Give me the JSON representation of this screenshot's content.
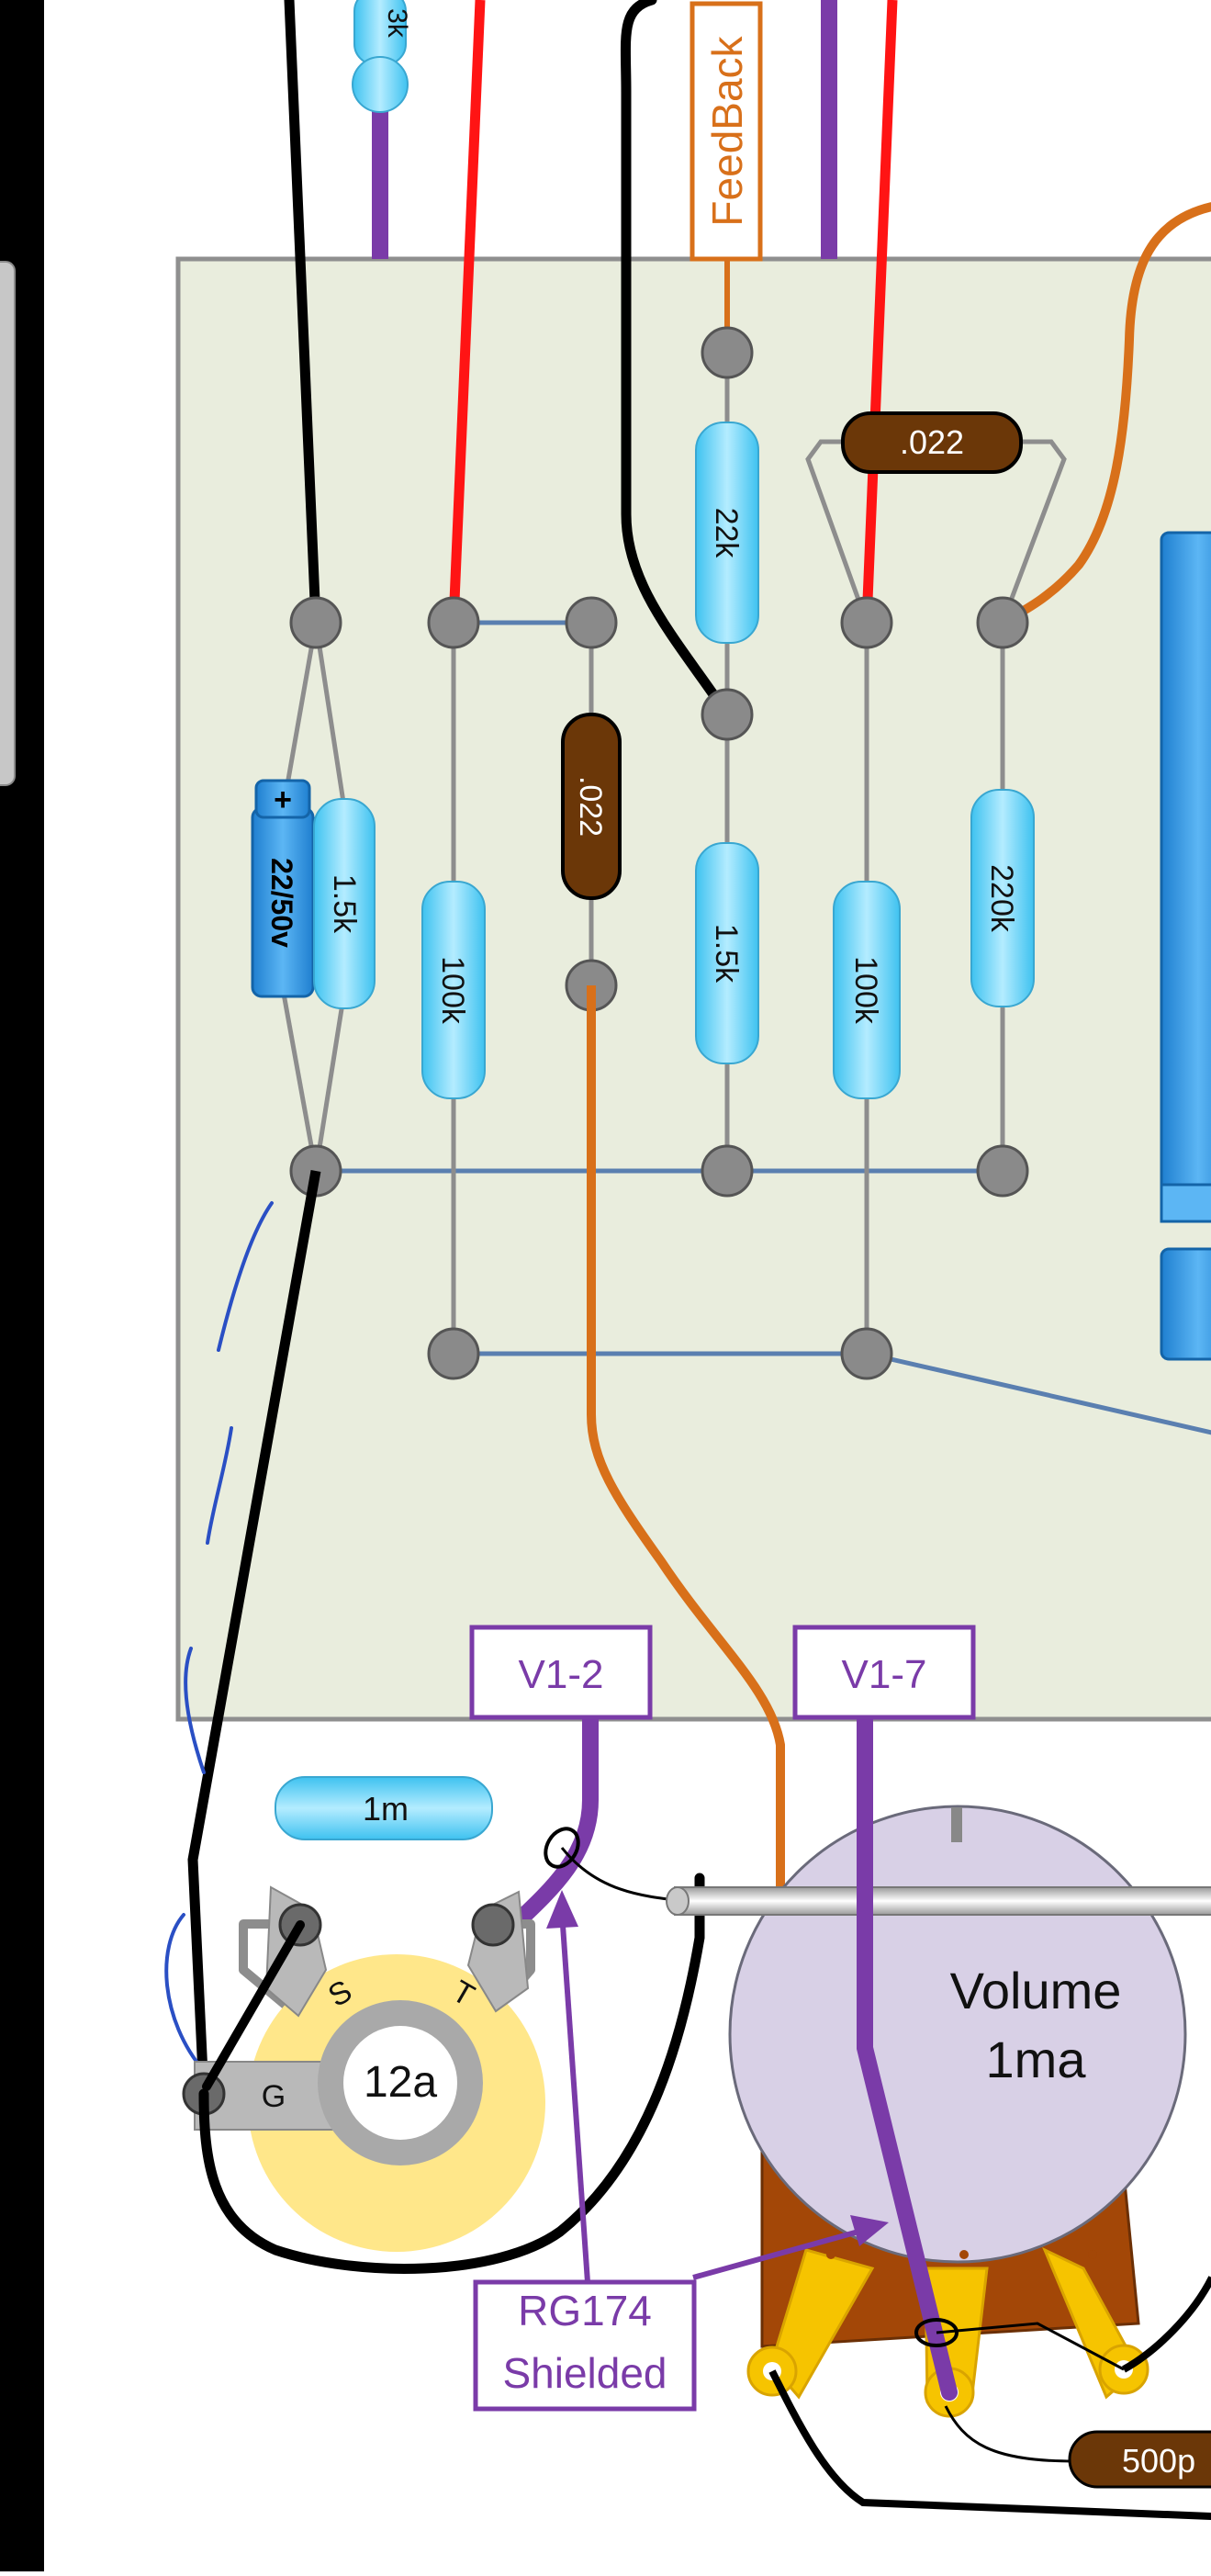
{
  "labels": {
    "resistor_top_clip": "3k",
    "feedback": "FeedBack",
    "cap_022_top": ".022",
    "res_22k": "22k",
    "cap_022_mid": ".022",
    "electrolytic": "22/50v",
    "electrolytic_plus": "+",
    "res_1_5k_a": "1.5k",
    "res_100k_a": "100k",
    "res_1_5k_b": "1.5k",
    "res_100k_b": "100k",
    "res_220k": "220k",
    "v1_2": "V1-2",
    "v1_7": "V1-7",
    "res_1m": "1m",
    "jack_s": "S",
    "jack_t": "T",
    "jack_g": "G",
    "jack_name": "12a",
    "volume_line1": "Volume",
    "volume_line2": "1ma",
    "rg174_line1": "RG174",
    "rg174_line2": "Shielded",
    "cap_500p": "500p"
  },
  "colors": {
    "board": "#e9eddd",
    "board_border": "#8f8f8f",
    "black_wire": "#000000",
    "red_wire": "#ff1414",
    "purple_wire": "#7a3ba8",
    "orange_wire": "#d8701a",
    "blue_trace": "#5a7fb0",
    "gray_lead": "#8d8d8d",
    "resistor_body": "#6fd3f5",
    "cap_brown": "#6b3708",
    "electrolytic_blue": "#2a8ad8",
    "pot_body": "#d8d0e6",
    "pot_base": "#a34707",
    "lug_yellow": "#f6c400",
    "jack_yellow": "#ffe78a",
    "label_purple": "#7a3ba8",
    "label_orange": "#d8701a"
  }
}
